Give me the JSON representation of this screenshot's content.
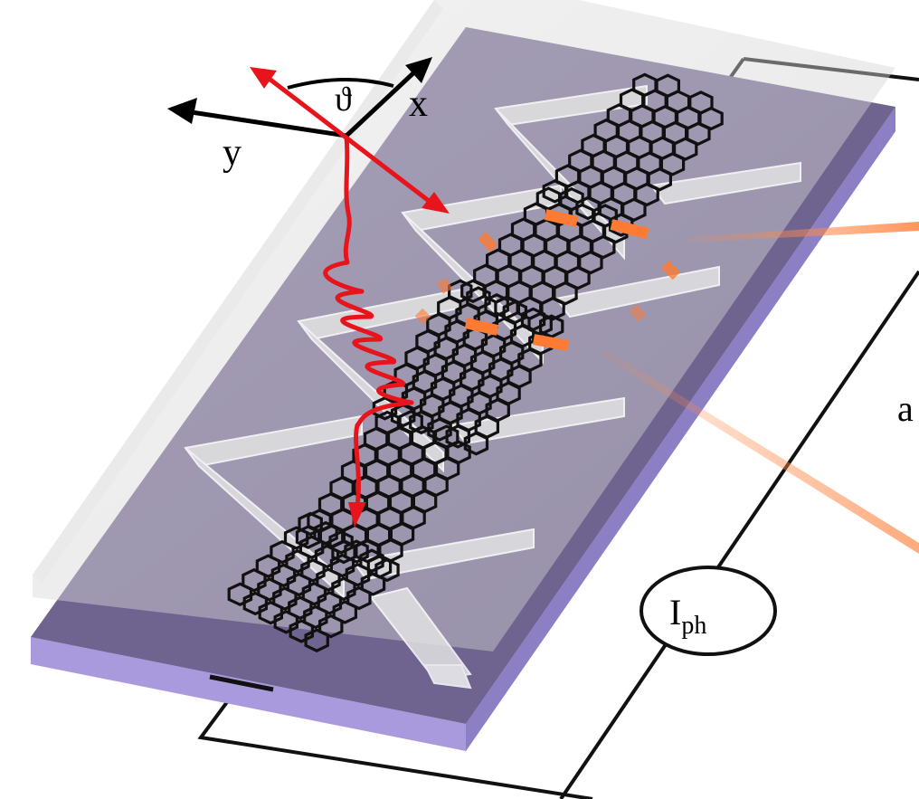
{
  "labels": {
    "theta": "ϑ",
    "x_axis": "x",
    "y_axis": "y",
    "a_label": "a",
    "current_main": "I",
    "current_sub": "ph"
  },
  "colors": {
    "substrate_top": "#6f638f",
    "substrate_side": "#a999dd",
    "glass": "#d0d0d0",
    "light": "#e8141c",
    "highlight": "#ff7a33",
    "ribbon": "#111111",
    "wire": "#111111"
  },
  "icons": {
    "light_wave": "wavy-arrow",
    "polarization": "double-headed-arrow",
    "ammeter": "ellipse-meter"
  }
}
